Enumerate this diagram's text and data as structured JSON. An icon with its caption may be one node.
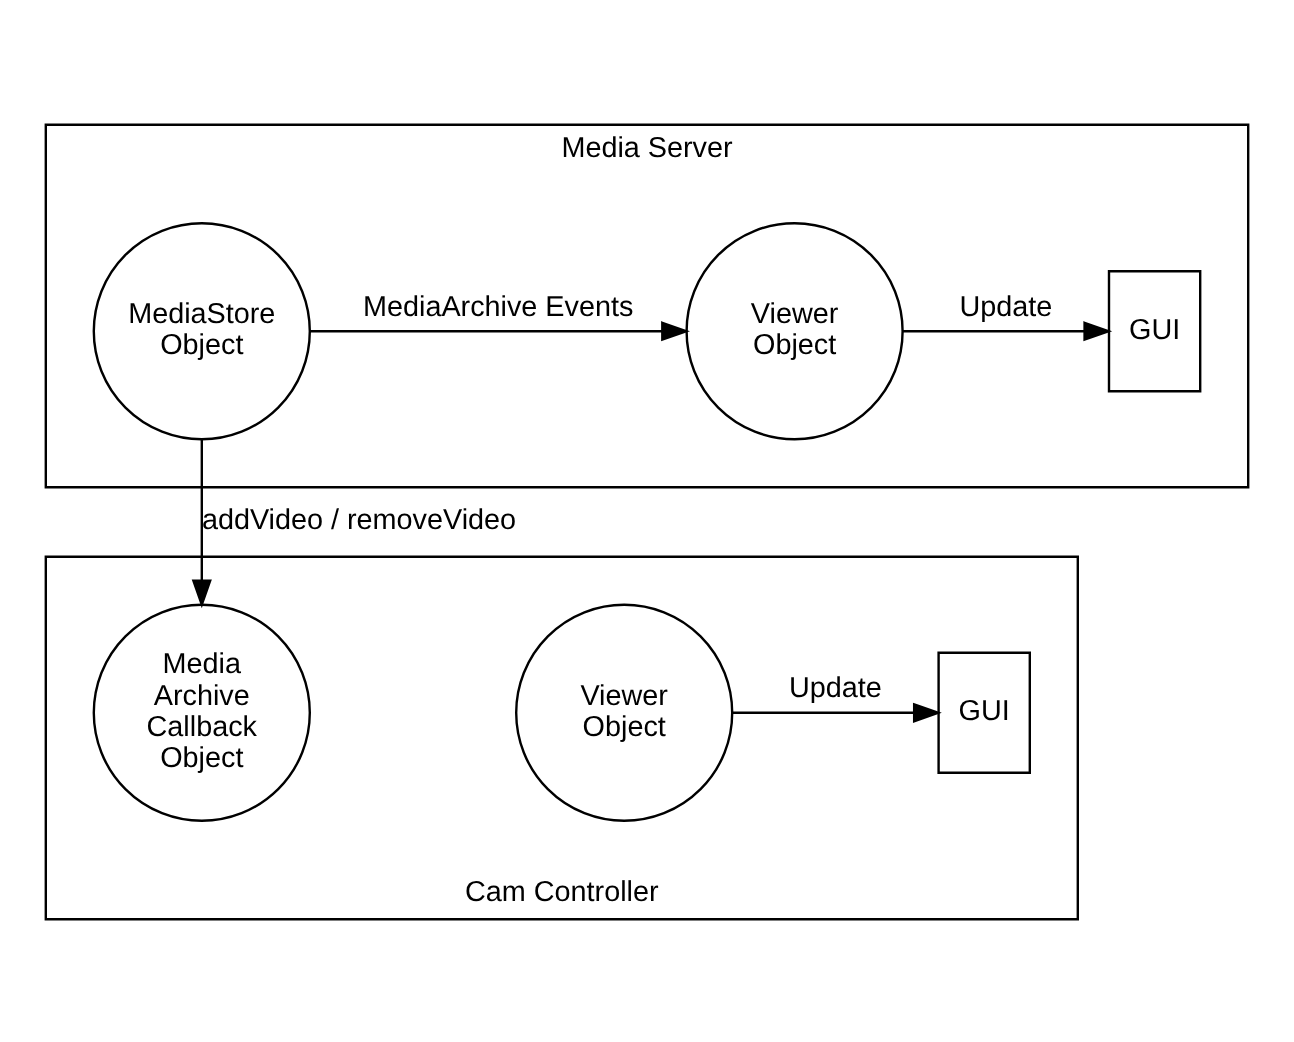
{
  "diagram": {
    "nodes": [
      {
        "text": [
          "Media Server"
        ]
      },
      {
        "text": [
          "MediaStore Object"
        ],
        "in": 0
      },
      {
        "text": [
          "Viewer Object"
        ],
        "in": 0
      },
      {
        "text": [
          "GUI"
        ],
        "in": 0
      },
      {
        "text": [
          "Cam Controller"
        ]
      },
      {
        "text": [
          "Media Archive Callback Object"
        ],
        "in": 4
      },
      {
        "text": [
          "Viewer Object"
        ],
        "in": 4
      },
      {
        "text": [
          "GUI"
        ],
        "in": 4
      }
    ],
    "edges": [
      {
        "from": 1,
        "to": 2,
        "arrow": "to",
        "label": "MediaArchive Events"
      },
      {
        "from": 2,
        "to": 3,
        "arrow": "to",
        "label": "Update"
      },
      {
        "from": 1,
        "to": 5,
        "arrow": "to",
        "label": "addVideo / removeVideo"
      },
      {
        "from": 6,
        "to": 7,
        "arrow": "to",
        "label": "Update"
      }
    ]
  }
}
